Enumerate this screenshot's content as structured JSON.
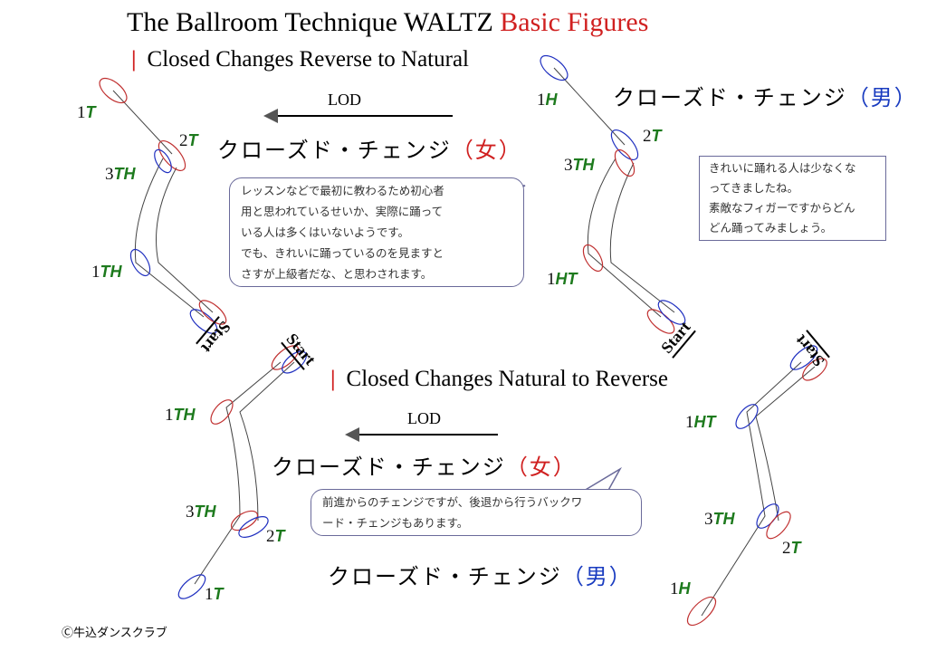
{
  "title": {
    "main": "The Ballroom Technique  WALTZ ",
    "accent": "Basic Figures"
  },
  "section1": {
    "title": "Closed Changes  Reverse to Natural",
    "lod": "LOD",
    "woman_label": "クローズド・チェンジ",
    "woman_paren": "（女）",
    "man_label": "クローズド・チェンジ",
    "man_paren": "（男）",
    "bubble": [
      "レッスンなどで最初に教わるため初心者",
      "用と思われているせいか、実際に踊って",
      "いる人は多くはいないようです。",
      "でも、きれいに踊っているのを見ますと",
      "さすが上級者だな、と思わされます。"
    ],
    "note": [
      "きれいに踊れる人は少なくな",
      "ってきましたね。",
      "素敵なフィガーですからどん",
      "どん踊ってみましょう。"
    ]
  },
  "section2": {
    "title": "Closed Changes  Natural to Reverse",
    "lod": "LOD",
    "woman_label": "クローズド・チェンジ",
    "woman_paren": "（女）",
    "man_label": "クローズド・チェンジ",
    "man_paren": "（男）",
    "bubble": [
      "前進からのチェンジですが、後退から行うバックワ",
      "ード・チェンジもあります。"
    ]
  },
  "start_label": "Start",
  "steps": {
    "tl": [
      {
        "n": "1",
        "l": "T"
      },
      {
        "n": "2",
        "l": "T"
      },
      {
        "n": "3",
        "l": "TH"
      },
      {
        "n": "1",
        "l": "TH"
      }
    ],
    "tr": [
      {
        "n": "1",
        "l": "H"
      },
      {
        "n": "2",
        "l": "T"
      },
      {
        "n": "3",
        "l": "TH"
      },
      {
        "n": "1",
        "l": "HT"
      }
    ],
    "bl": [
      {
        "n": "1",
        "l": "TH"
      },
      {
        "n": "3",
        "l": "TH"
      },
      {
        "n": "2",
        "l": "T"
      },
      {
        "n": "1",
        "l": "T"
      }
    ],
    "br": [
      {
        "n": "1",
        "l": "HT"
      },
      {
        "n": "3",
        "l": "TH"
      },
      {
        "n": "2",
        "l": "T"
      },
      {
        "n": "1",
        "l": "H"
      }
    ]
  },
  "copyright": "Ⓒ牛込ダンスクラブ",
  "colors": {
    "accent": "#d02020",
    "man": "#1a3cc0",
    "step": "#1d7a1d",
    "footRed": "#c03030",
    "footBlue": "#2030c0"
  }
}
